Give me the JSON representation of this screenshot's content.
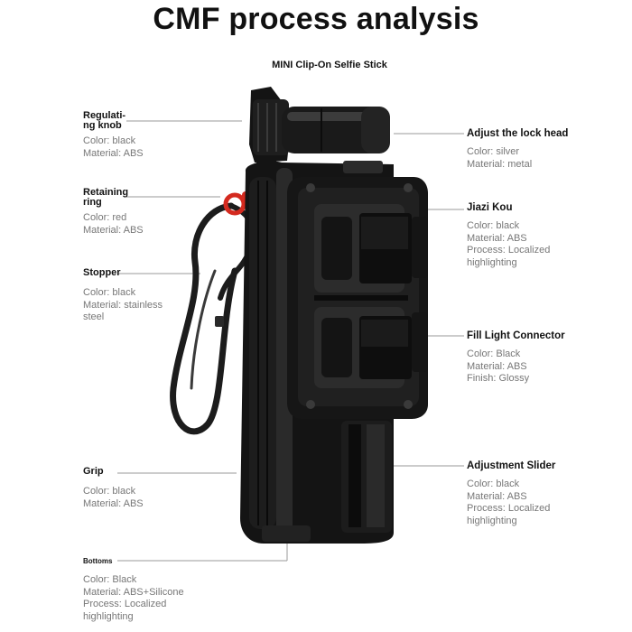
{
  "title": "CMF process analysis",
  "subtitle": "MINI Clip-On Selfie Stick",
  "labels": {
    "regulating_knob": {
      "head": "Regulati-\nng knob",
      "lines": [
        "Color: black",
        "Material: ABS"
      ]
    },
    "retaining_ring": {
      "head": "Retaining\nring",
      "lines": [
        "Color: red",
        "Material: ABS"
      ]
    },
    "stopper": {
      "head": "Stopper",
      "lines": [
        "Color: black",
        "Material: stainless\nsteel"
      ]
    },
    "grip": {
      "head": "Grip",
      "lines": [
        "Color: black",
        "Material: ABS"
      ]
    },
    "bottoms": {
      "head": "Bottoms",
      "lines": [
        "Color: Black",
        "Material: ABS+Silicone",
        "Process: Localized\nhighlighting"
      ]
    },
    "lock_head": {
      "head": "Adjust the lock head",
      "lines": [
        "Color: silver",
        "Material: metal"
      ]
    },
    "jiazi_kou": {
      "head": "Jiazi Kou",
      "lines": [
        "Color: black",
        "Material: ABS",
        "Process: Localized\nhighlighting"
      ]
    },
    "fill_light": {
      "head": "Fill Light Connector",
      "lines": [
        "Color: Black",
        "Material: ABS",
        "Finish: Glossy"
      ]
    },
    "slider": {
      "head": "Adjustment Slider",
      "lines": [
        "Color: black",
        "Material: ABS",
        "Process: Localized\nhighlighting"
      ]
    }
  },
  "colors": {
    "body": "#1b1b1b",
    "ring": "#d42a1f",
    "leader": "#9a9a9a"
  }
}
